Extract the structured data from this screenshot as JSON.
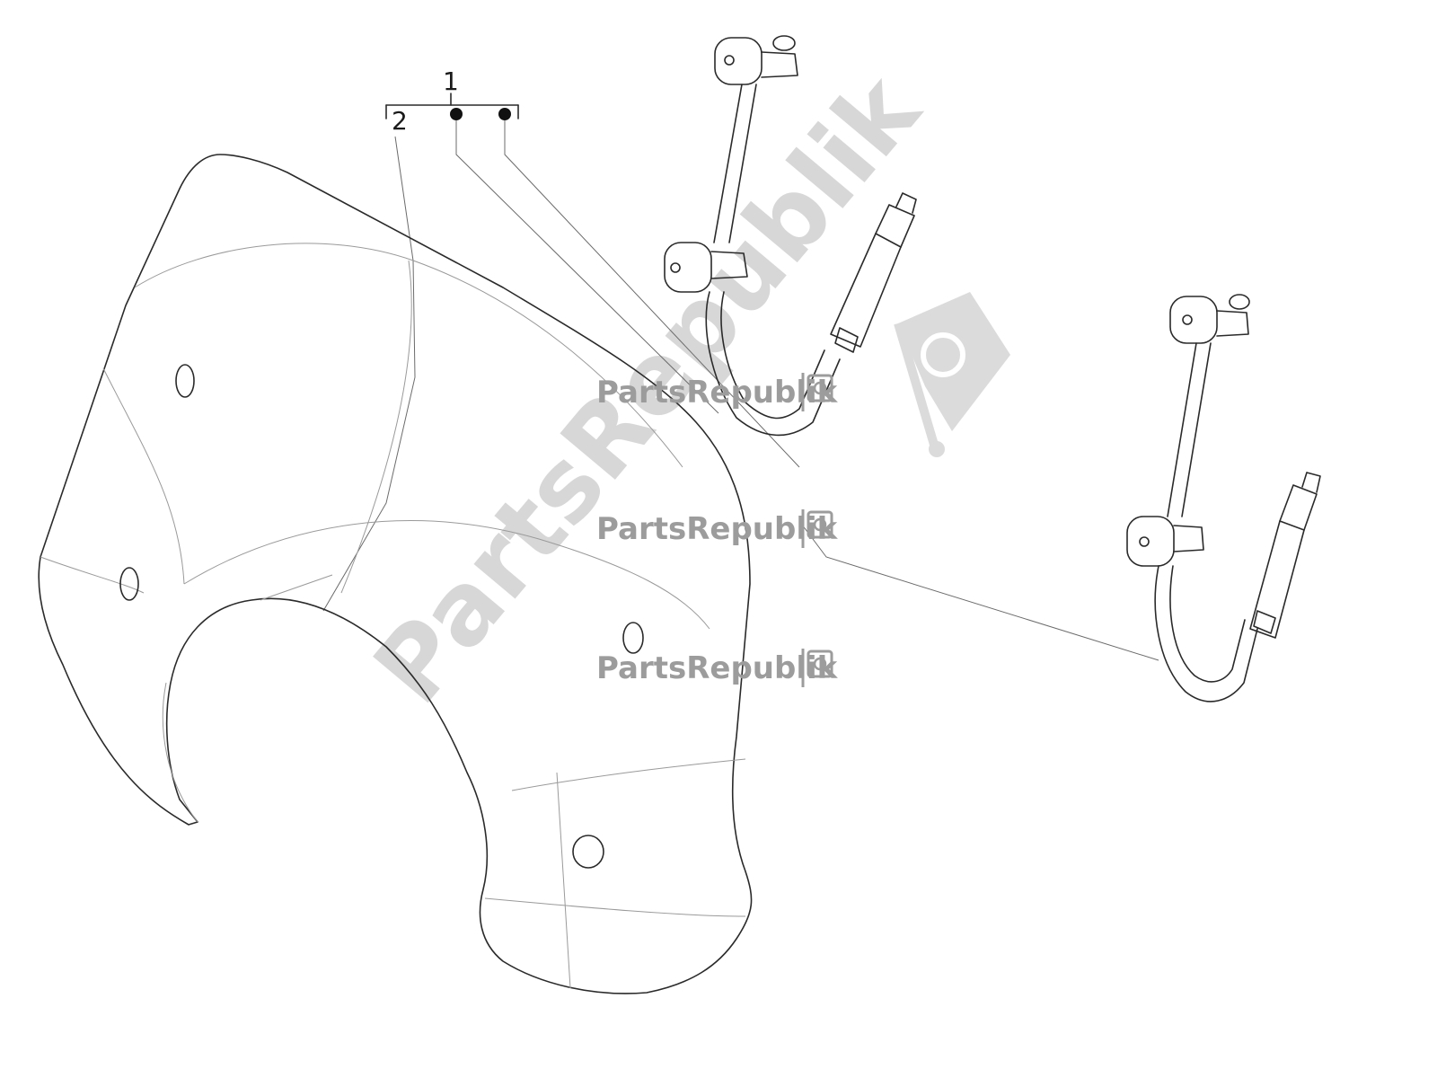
{
  "callouts": {
    "assembly": "1",
    "windshield": "2"
  },
  "watermark": {
    "brand": "PartsRepublik",
    "icon": "gear-icon"
  },
  "colors": {
    "line": "#2a2a2a",
    "detail": "#9a9a9a",
    "watermark": "#9c9c9c"
  }
}
